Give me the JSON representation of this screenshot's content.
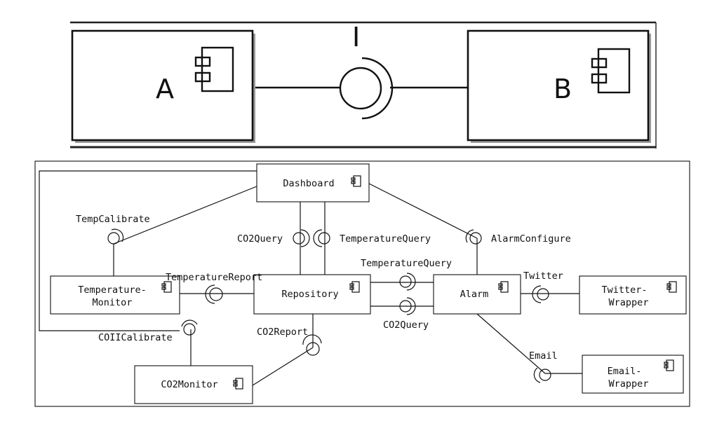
{
  "top_diagram": {
    "component_a": "A",
    "component_b": "B",
    "interface": "I"
  },
  "components": {
    "dashboard": "Dashboard",
    "temperature_monitor": [
      "Temperature-",
      "Monitor"
    ],
    "repository": "Repository",
    "alarm": "Alarm",
    "twitter_wrapper": [
      "Twitter-",
      "Wrapper"
    ],
    "email_wrapper": [
      "Email-",
      "Wrapper"
    ],
    "co2_monitor": "CO2Monitor"
  },
  "interfaces": {
    "temp_calibrate": "TempCalibrate",
    "co2_query_top": "CO2Query",
    "temperature_query_top": "TemperatureQuery",
    "alarm_configure": "AlarmConfigure",
    "temperature_report": "TemperatureReport",
    "temperature_query_mid": "TemperatureQuery",
    "co2_query_mid": "CO2Query",
    "twitter": "Twitter",
    "co2_calibrate": "COIICalibrate",
    "co2_report": "CO2Report",
    "email": "Email"
  }
}
